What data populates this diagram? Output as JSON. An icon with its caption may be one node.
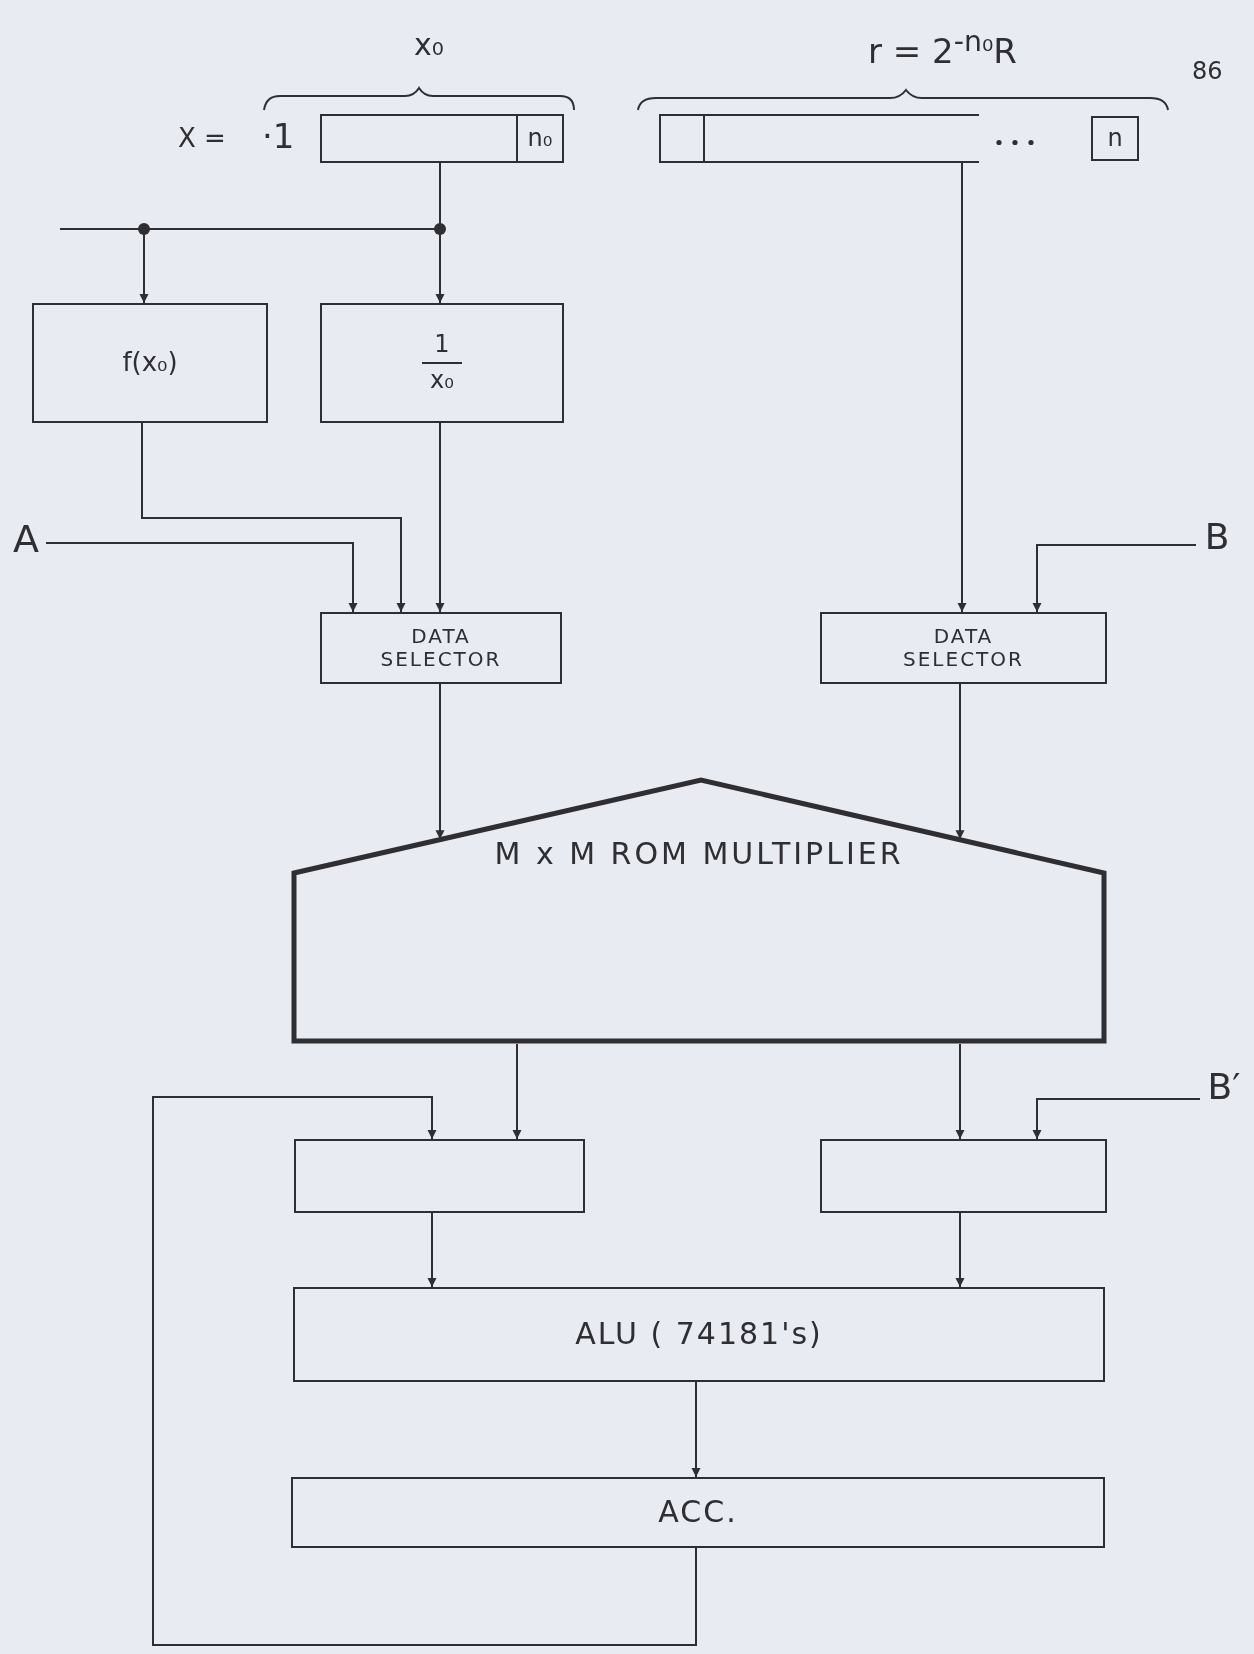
{
  "diagram": {
    "nodes": [
      {
        "text": [
          "n₀"
        ],
        "beside": [
          "X =",
          "·1"
        ]
      },
      {
        "text": [
          "n"
        ]
      },
      {
        "text": [
          "f(x₀)"
        ]
      },
      {
        "text": [
          "1",
          "x₀"
        ]
      },
      {
        "text": [
          "DATA SELECTOR"
        ]
      },
      {
        "text": [
          "DATA SELECTOR"
        ]
      },
      {
        "text": [
          "A"
        ]
      },
      {
        "text": [
          "B"
        ]
      },
      {
        "text": [
          "M x M ROM MULTIPLIER"
        ]
      },
      {
        "text": [],
        "shape": "box"
      },
      {
        "text": [],
        "shape": "box"
      },
      {
        "text": [
          "B′"
        ]
      },
      {
        "text": [
          "ALU ( 74181's)"
        ]
      },
      {
        "text": [
          "ACC."
        ]
      }
    ],
    "edges": [
      {
        "from": 0,
        "to": 2,
        "arrow": "to"
      },
      {
        "from": 0,
        "to": 3,
        "arrow": "to"
      },
      {
        "from": 2,
        "to": 4,
        "arrow": "to"
      },
      {
        "from": 3,
        "to": 4,
        "arrow": "to"
      },
      {
        "from": 6,
        "to": 4,
        "arrow": "to"
      },
      {
        "from": 1,
        "to": 5,
        "arrow": "to"
      },
      {
        "from": 7,
        "to": 5,
        "arrow": "to"
      },
      {
        "from": 4,
        "to": 8,
        "arrow": "to"
      },
      {
        "from": 5,
        "to": 8,
        "arrow": "to"
      },
      {
        "from": 8,
        "to": 9,
        "arrow": "to"
      },
      {
        "from": 8,
        "to": 10,
        "arrow": "to"
      },
      {
        "from": 11,
        "to": 10,
        "arrow": "to"
      },
      {
        "from": 13,
        "to": 9,
        "arrow": "to"
      },
      {
        "from": 9,
        "to": 12,
        "arrow": "to"
      },
      {
        "from": 10,
        "to": 12,
        "arrow": "to"
      },
      {
        "from": 12,
        "to": 13,
        "arrow": "to"
      }
    ],
    "labels": [
      "x₀",
      "r = 2$^{-n₀}$R",
      "86"
    ]
  }
}
